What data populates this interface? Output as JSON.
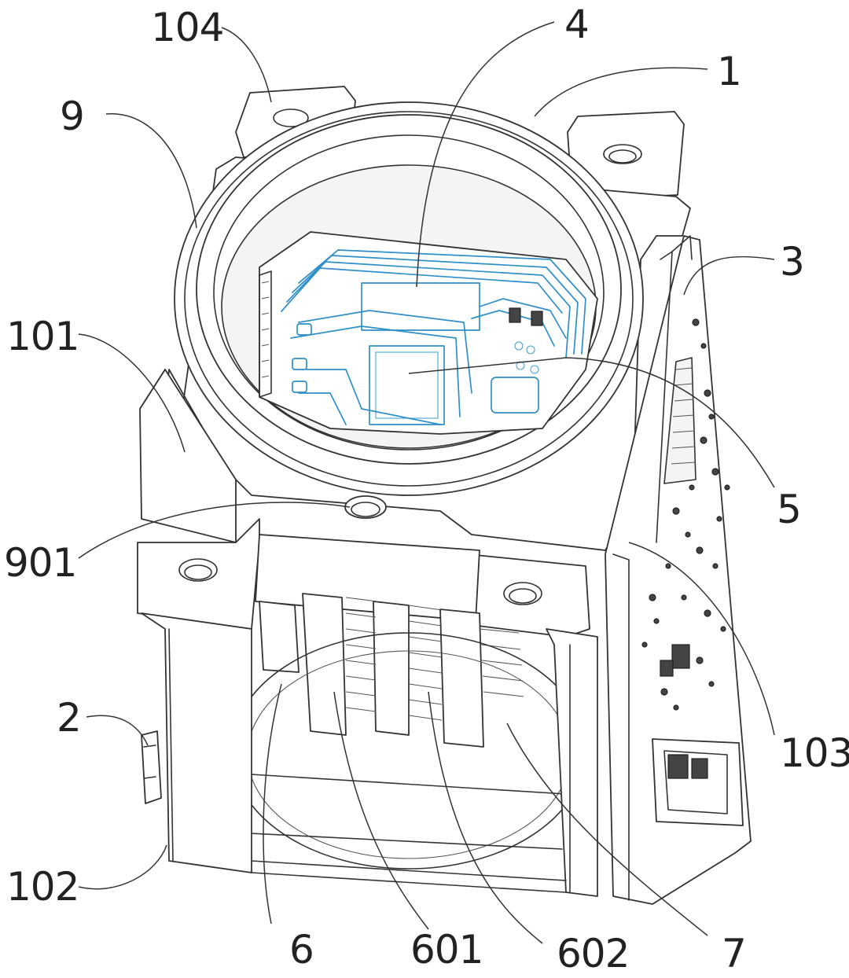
{
  "callouts": [
    {
      "id": "c104",
      "text": "104"
    },
    {
      "id": "c4",
      "text": "4"
    },
    {
      "id": "c1",
      "text": "1"
    },
    {
      "id": "c9",
      "text": "9"
    },
    {
      "id": "c3",
      "text": "3"
    },
    {
      "id": "c101",
      "text": "101"
    },
    {
      "id": "c5",
      "text": "5"
    },
    {
      "id": "c901",
      "text": "901"
    },
    {
      "id": "c2",
      "text": "2"
    },
    {
      "id": "c103",
      "text": "103"
    },
    {
      "id": "c102",
      "text": "102"
    },
    {
      "id": "c6",
      "text": "6"
    },
    {
      "id": "c601",
      "text": "601"
    },
    {
      "id": "c602",
      "text": "602"
    },
    {
      "id": "c7",
      "text": "7"
    }
  ]
}
